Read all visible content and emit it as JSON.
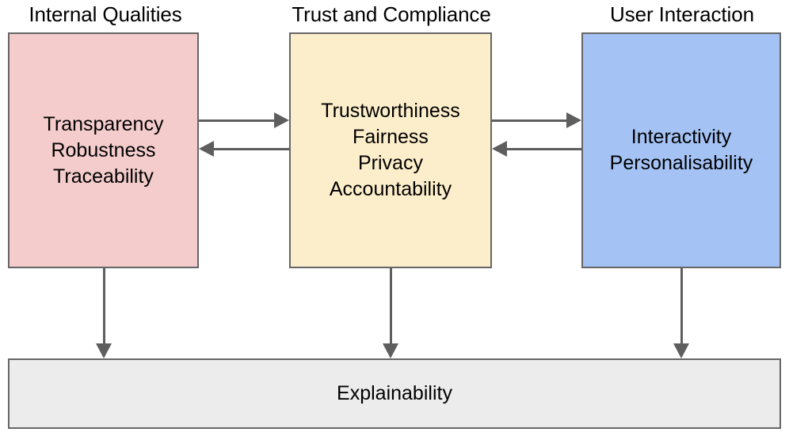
{
  "diagram": {
    "columns": [
      {
        "id": "internal-qualities",
        "title": "Internal Qualities",
        "box_fill": "#f4cccc",
        "items": [
          "Transparency",
          "Robustness",
          "Traceability"
        ]
      },
      {
        "id": "trust-and-compliance",
        "title": "Trust and Compliance",
        "box_fill": "#fdeecb",
        "items": [
          "Trustworthiness",
          "Fairness",
          "Privacy",
          "Accountability"
        ]
      },
      {
        "id": "user-interaction",
        "title": "User Interaction",
        "box_fill": "#a4c2f4",
        "items": [
          "Interactivity",
          "Personalisability"
        ]
      }
    ],
    "footer_box": {
      "id": "explainability",
      "label": "Explainability",
      "box_fill": "#ececec"
    },
    "connectors": [
      {
        "id": "internal-to-trust",
        "from": "internal-qualities",
        "to": "trust-and-compliance",
        "direction": "right"
      },
      {
        "id": "trust-to-internal",
        "from": "trust-and-compliance",
        "to": "internal-qualities",
        "direction": "left"
      },
      {
        "id": "trust-to-user",
        "from": "trust-and-compliance",
        "to": "user-interaction",
        "direction": "right"
      },
      {
        "id": "user-to-trust",
        "from": "user-interaction",
        "to": "trust-and-compliance",
        "direction": "left"
      },
      {
        "id": "internal-to-explainability",
        "from": "internal-qualities",
        "to": "explainability",
        "direction": "down"
      },
      {
        "id": "trust-to-explainability",
        "from": "trust-and-compliance",
        "to": "explainability",
        "direction": "down"
      },
      {
        "id": "user-to-explainability",
        "from": "user-interaction",
        "to": "explainability",
        "direction": "down"
      }
    ],
    "colors": {
      "border": "#666666",
      "arrow": "#5e5e5e",
      "background": "#ffffff",
      "text": "#000000"
    }
  }
}
